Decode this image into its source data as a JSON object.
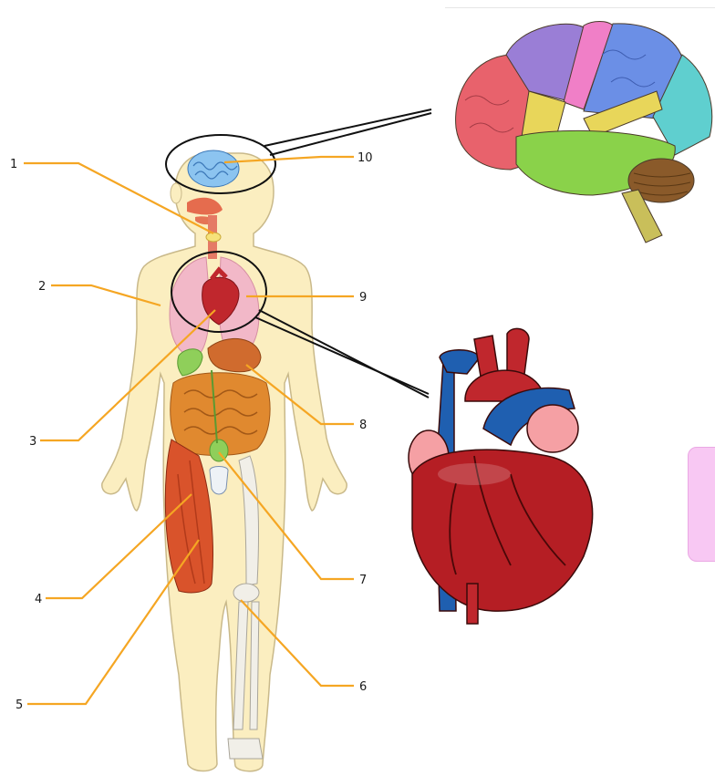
{
  "labels": [
    {
      "number": "1"
    },
    {
      "number": "2"
    },
    {
      "number": "3"
    },
    {
      "number": "4"
    },
    {
      "number": "5"
    },
    {
      "number": "6"
    },
    {
      "number": "7"
    },
    {
      "number": "8"
    },
    {
      "number": "9"
    },
    {
      "number": "10"
    }
  ],
  "colors": {
    "leader_line": "#f5a623",
    "skin": "#fbeec0",
    "skin_outline": "#c9b98a",
    "lungs": "#f2b8c8",
    "heart": "#c0272d",
    "vessel_blue": "#1f5fb0",
    "brain_small": "#8cc4f0",
    "muscle": "#d9532b",
    "bone": "#f1efe8",
    "intestine": "#e0892f",
    "stomach": "#d06b2e",
    "liver_gall": "#8fcf5a",
    "callout_tab": "#f8c8f3"
  },
  "icons": [
    "human-body-illustration",
    "brain-illustration",
    "heart-illustration"
  ]
}
